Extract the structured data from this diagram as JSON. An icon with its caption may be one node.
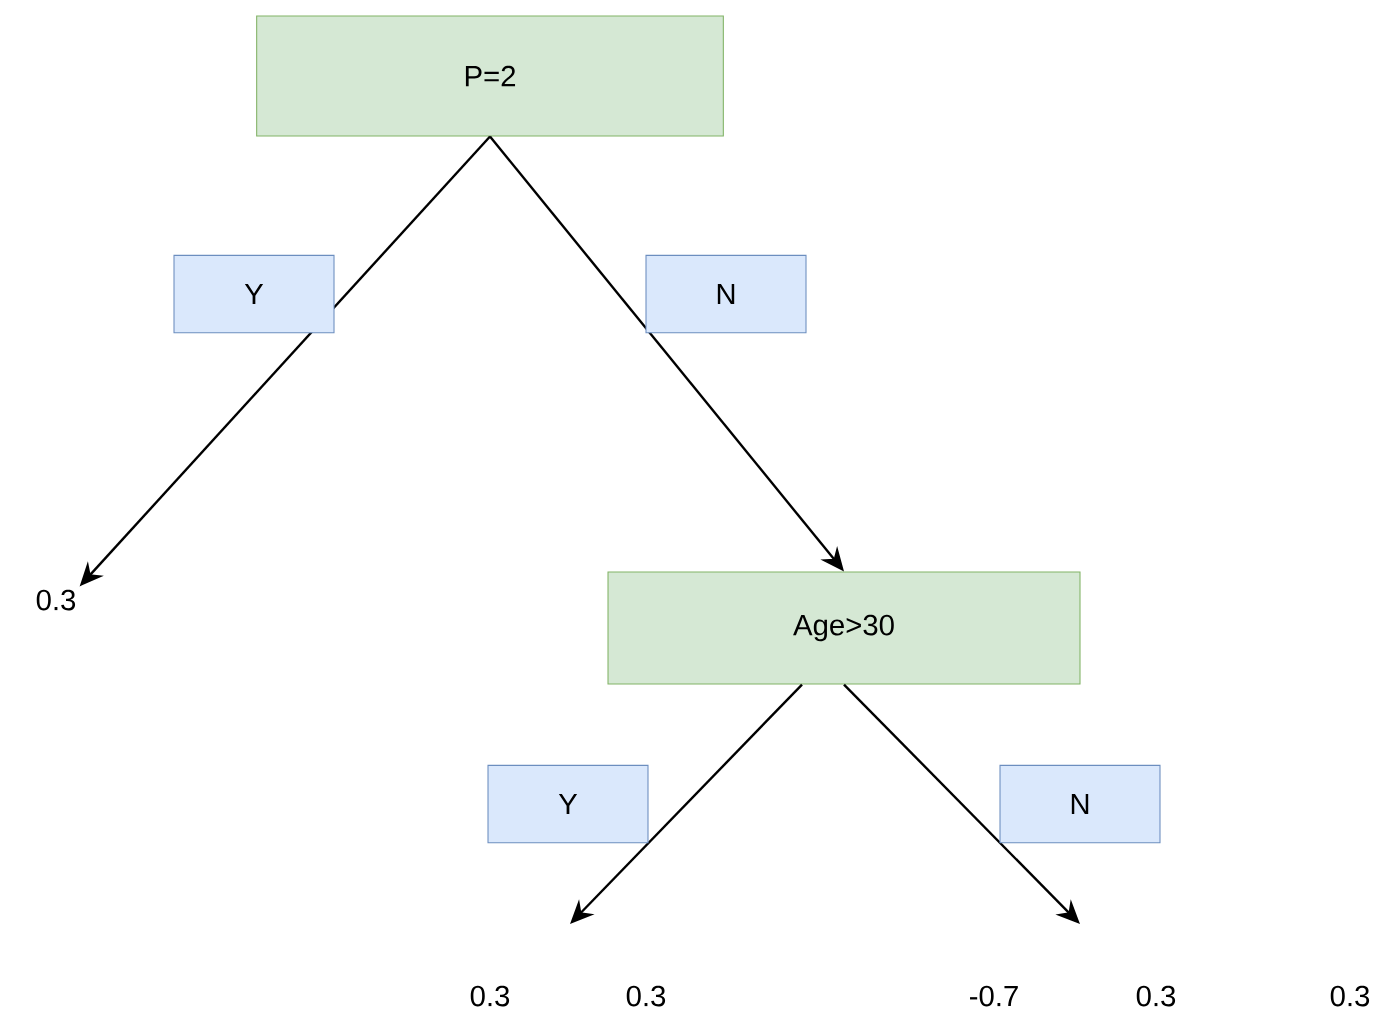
{
  "diagram": {
    "nodes": [
      {
        "text": [
          "P=2"
        ]
      },
      {
        "text": [
          "0.3"
        ]
      },
      {
        "text": [
          "Age>30"
        ]
      }
    ],
    "edges": [
      {
        "from": 0,
        "to": 1,
        "arrow": "to",
        "label": "Y"
      },
      {
        "from": 0,
        "to": 2,
        "arrow": "to",
        "label": "N"
      },
      {
        "from": 2,
        "to": null,
        "arrow": "to",
        "label": "Y"
      },
      {
        "from": 2,
        "to": null,
        "arrow": "to",
        "label": "N"
      }
    ],
    "labels": [
      "0.3",
      "0.3",
      "-0.7",
      "0.3",
      "0.3"
    ]
  }
}
